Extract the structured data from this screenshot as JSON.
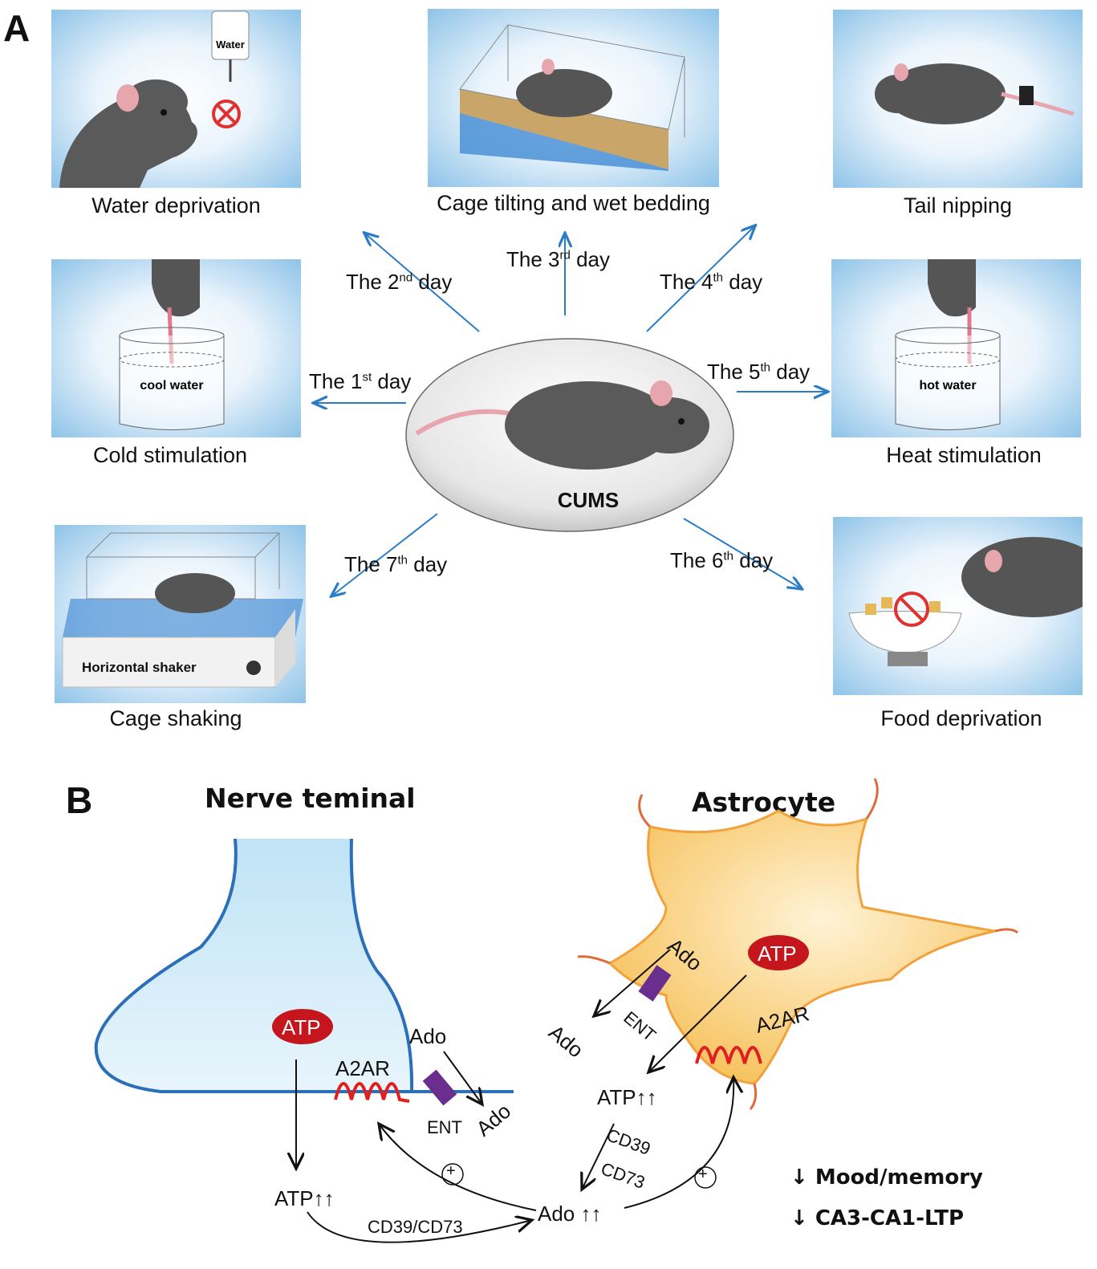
{
  "panel_a": {
    "letter": "A",
    "center": {
      "label": "CUMS"
    },
    "stressors": {
      "water_deprivation": {
        "caption": "Water deprivation",
        "bottle_label": "Water"
      },
      "cage_tilting": {
        "caption": "Cage tilting and wet bedding"
      },
      "tail_nipping": {
        "caption": "Tail nipping"
      },
      "cold_stimulation": {
        "caption": "Cold stimulation",
        "beaker_label": "cool water"
      },
      "heat_stimulation": {
        "caption": "Heat stimulation",
        "beaker_label": "hot water"
      },
      "cage_shaking": {
        "caption": "Cage shaking",
        "shaker_label": "Horizontal shaker"
      },
      "food_deprivation": {
        "caption": "Food deprivation"
      }
    },
    "days": {
      "d1": {
        "prefix": "The 1",
        "sup": "st",
        "suffix": " day"
      },
      "d2": {
        "prefix": "The 2",
        "sup": "nd",
        "suffix": " day"
      },
      "d3": {
        "prefix": "The 3",
        "sup": "rd",
        "suffix": " day"
      },
      "d4": {
        "prefix": "The 4",
        "sup": "th",
        "suffix": " day"
      },
      "d5": {
        "prefix": "The 5",
        "sup": "th",
        "suffix": " day"
      },
      "d6": {
        "prefix": "The 6",
        "sup": "th",
        "suffix": " day"
      },
      "d7": {
        "prefix": "The 7",
        "sup": "th",
        "suffix": " day"
      }
    }
  },
  "panel_b": {
    "letter": "B",
    "nerve_title": "Nerve teminal",
    "astro_title": "Astrocyte",
    "nerve": {
      "atp": "ATP",
      "a2ar": "A2AR",
      "ado_in": "Ado",
      "ent": "ENT",
      "ado_out": "Ado",
      "atp_up": "ATP↑↑",
      "cd": "CD39/CD73"
    },
    "astro": {
      "atp": "ATP",
      "ado_in": "Ado",
      "ent": "ENT",
      "ado_out": "Ado",
      "a2ar": "A2AR",
      "atp_up": "ATP↑↑",
      "cd39": "CD39",
      "cd73": "CD73"
    },
    "ado_up": "Ado ↑↑",
    "plus": "+",
    "effects": [
      "↓ Mood/memory",
      "↓ CA3-CA1-LTP"
    ],
    "colors": {
      "atp_red": "#c4161c",
      "receptor_red": "#e02020",
      "ent_purple": "#6a2e8f",
      "nerve_blue": "#2a6fb8",
      "astro_orange": "#f2a23c"
    }
  }
}
